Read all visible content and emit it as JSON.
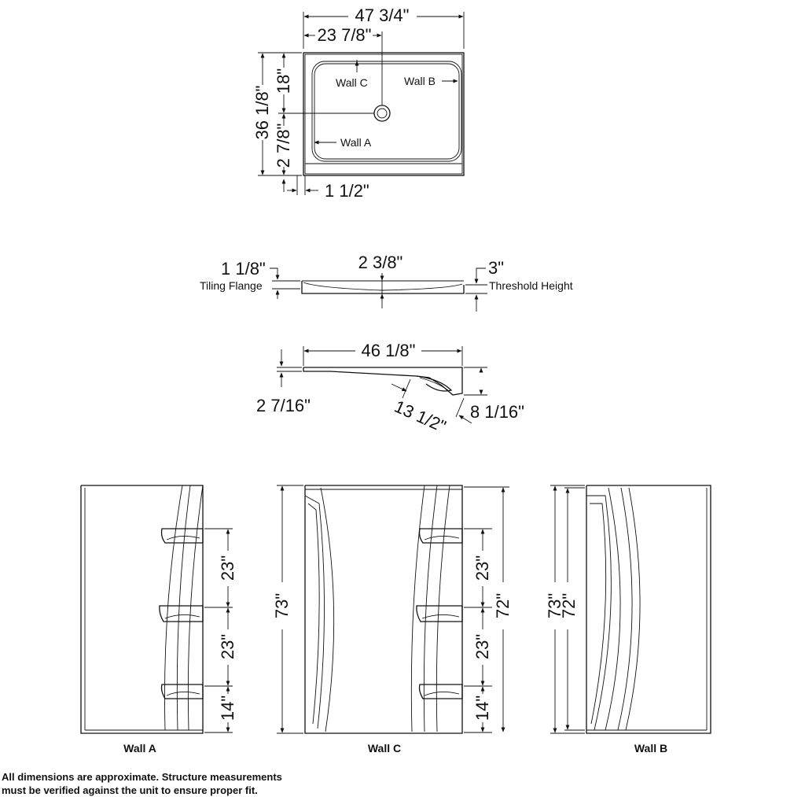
{
  "top_view": {
    "width": "47 3/4\"",
    "drain_offset_x": "23 7/8\"",
    "depth": "36 1/8\"",
    "drain_offset_y": "18\"",
    "front_rim": "2 7/8\"",
    "flange": "1 1/2\"",
    "label_wall_a": "Wall A",
    "label_wall_b": "Wall B",
    "label_wall_c": "Wall C"
  },
  "front_section": {
    "tiling_flange_value": "1 1/8\"",
    "tiling_flange_label": "Tiling Flange",
    "center_height": "2 3/8\"",
    "threshold_value": "3\"",
    "threshold_label": "Threshold Height"
  },
  "side_section": {
    "length": "46 1/8\"",
    "left_height": "2 7/16\"",
    "seat_width": "13 1/2\"",
    "seat_height": "8 1/16\""
  },
  "walls": {
    "wall_a": {
      "label": "Wall A",
      "shelf_gap_1": "23\"",
      "shelf_gap_2": "23\"",
      "shelf_gap_3": "14\""
    },
    "wall_c": {
      "label": "Wall C",
      "height_left": "73\"",
      "height_right": "72\"",
      "shelf_gap_1": "23\"",
      "shelf_gap_2": "23\"",
      "shelf_gap_3": "14\""
    },
    "wall_b": {
      "label": "Wall B",
      "height_outer": "73\"",
      "height_inner": "72\""
    }
  },
  "note": {
    "line1": "All dimensions are approximate. Structure measurements",
    "line2": "must be verified against the unit to ensure proper fit."
  }
}
